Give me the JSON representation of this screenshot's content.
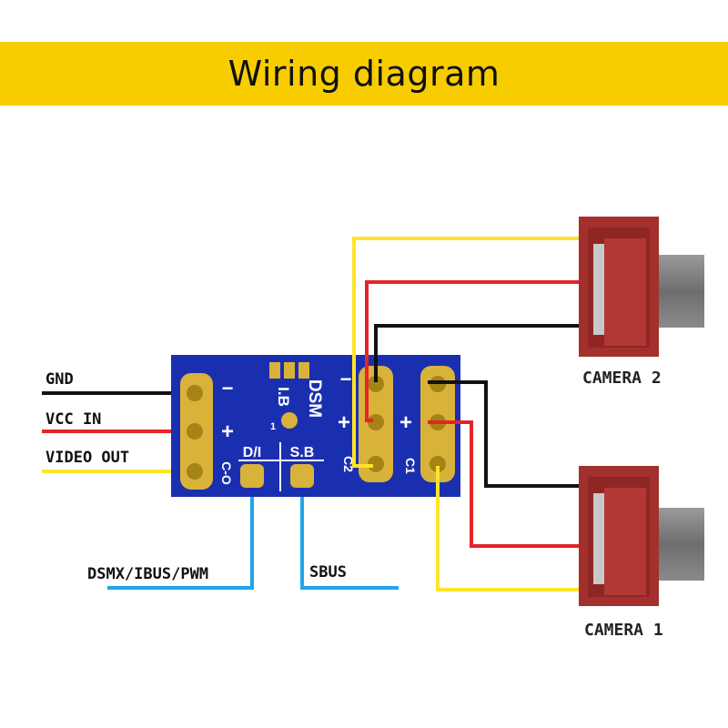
{
  "header": {
    "title": "Wiring diagram"
  },
  "colors": {
    "banner": "#f8cd00",
    "pcb": "#1a2fb0",
    "pad": "#d9b23a",
    "wire_gnd": "#111111",
    "wire_vcc": "#e5242a",
    "wire_video": "#ffe32b",
    "wire_signal": "#1ea7e8",
    "camera": "#a3302c"
  },
  "left_wires": {
    "gnd": "GND",
    "vcc_in": "VCC IN",
    "video_out": "VIDEO OUT"
  },
  "bottom_wires": {
    "dsmx_ibus_pwm": "DSMX/IBUS/PWM",
    "sbus": "SBUS"
  },
  "board": {
    "minus_left": "−",
    "plus_left": "+",
    "co_label": "C-O",
    "dsm_label": "DSM",
    "ib_label": "I.B",
    "pin1_label": "1",
    "di_label": "D/I",
    "sb_label": "S.B",
    "minus_mid": "−",
    "plus_mid": "+",
    "c2_label": "C2",
    "plus_right": "+",
    "c1_label": "C1"
  },
  "cameras": {
    "camera2": "CAMERA 2",
    "camera1": "CAMERA 1"
  }
}
